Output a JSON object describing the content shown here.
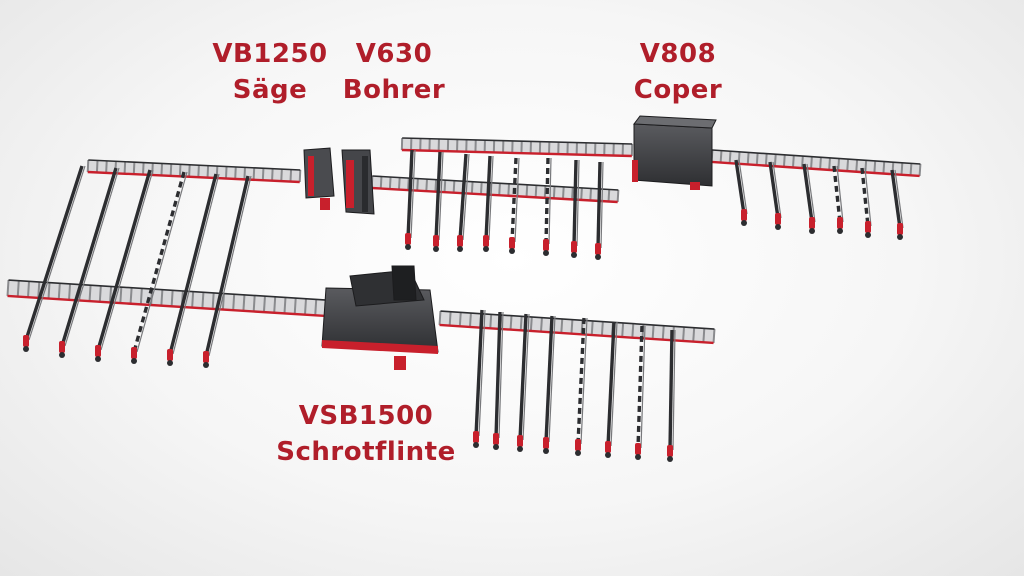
{
  "labels": {
    "vb1250": {
      "model": "VB1250",
      "name": "Säge"
    },
    "v630": {
      "model": "V630",
      "name": "Bohrer"
    },
    "v808": {
      "model": "V808",
      "name": "Coper"
    },
    "vsb1500": {
      "model": "VSB1500",
      "name": "Schrotflinte"
    }
  },
  "colors": {
    "accent_red": "#c8202c",
    "machine_dark": "#3c3d40",
    "roller_grey": "#8a8b8e",
    "frame_dark": "#2c2d30"
  }
}
